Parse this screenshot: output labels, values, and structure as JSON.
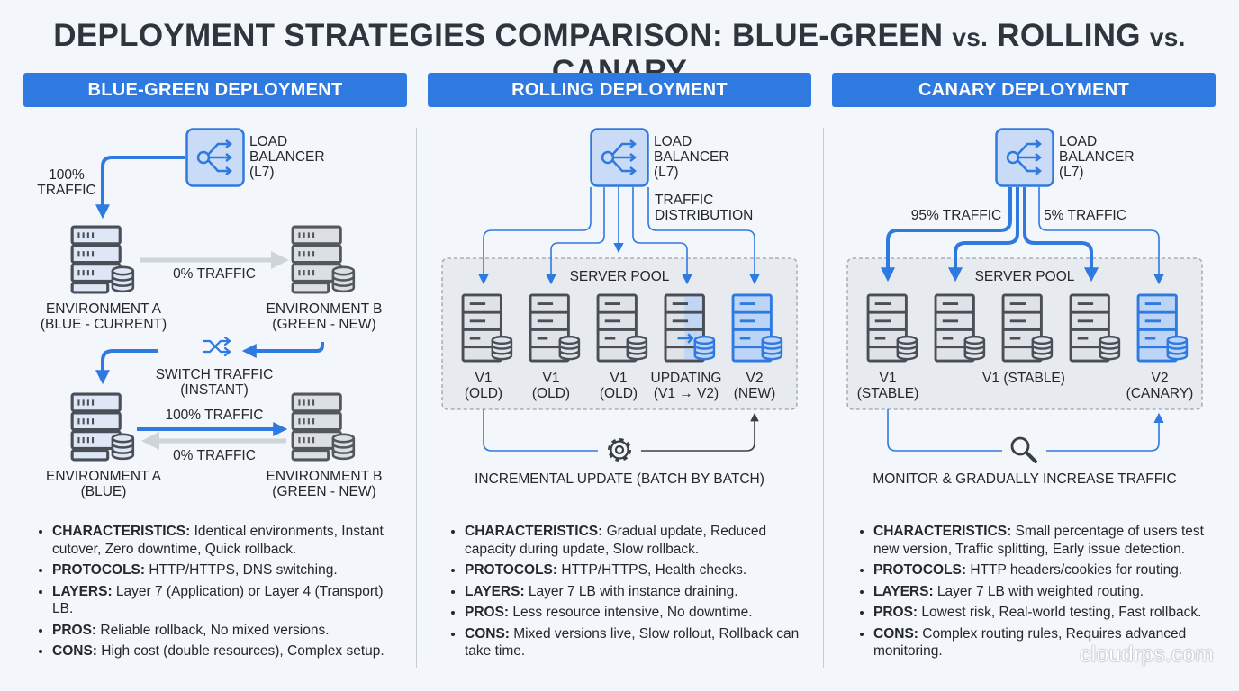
{
  "title": {
    "pre": "DEPLOYMENT STRATEGIES COMPARISON: BLUE-GREEN ",
    "vs1": "vs.",
    "mid": " ROLLING ",
    "vs2": "vs.",
    "post": " CANARY"
  },
  "watermark": "cloudrps.com",
  "colors": {
    "accent": "#2f7ae0",
    "server_dark": "#4a4f57",
    "server_fill": "#dfe7f6",
    "server_gray_fill": "#dcdfe3",
    "server_new_fill": "#bcd4f5"
  },
  "blue_green": {
    "header": "BLUE-GREEN DEPLOYMENT",
    "lb_line1": "LOAD",
    "lb_line2": "BALANCER",
    "lb_line3": "(L7)",
    "traffic_100_l1": "100%",
    "traffic_100_l2": "TRAFFIC",
    "traffic_0_top": "0% TRAFFIC",
    "env_a1_l1": "ENVIRONMENT A",
    "env_a1_l2": "(BLUE - CURRENT)",
    "env_b1_l1": "ENVIRONMENT B",
    "env_b1_l2": "(GREEN - NEW)",
    "switch_l1": "SWITCH TRAFFIC",
    "switch_l2": "(INSTANT)",
    "traffic_100_mid": "100% TRAFFIC",
    "traffic_0_bottom": "0% TRAFFIC",
    "env_a2_l1": "ENVIRONMENT A",
    "env_a2_l2": "(BLUE)",
    "env_b2_l1": "ENVIRONMENT B",
    "env_b2_l2": "(GREEN - NEW)",
    "bullets": [
      {
        "k": "CHARACTERISTICS:",
        "v": " Identical environments, Instant cutover, Zero downtime, Quick rollback."
      },
      {
        "k": "PROTOCOLS:",
        "v": " HTTP/HTTPS, DNS switching."
      },
      {
        "k": "LAYERS:",
        "v": " Layer 7 (Application) or Layer 4 (Transport) LB."
      },
      {
        "k": "PROS:",
        "v": " Reliable rollback, No mixed versions."
      },
      {
        "k": "CONS:",
        "v": " High cost (double resources), Complex setup."
      }
    ]
  },
  "rolling": {
    "header": "ROLLING DEPLOYMENT",
    "lb_line1": "LOAD",
    "lb_line2": "BALANCER",
    "lb_line3": "(L7)",
    "dist_l1": "TRAFFIC",
    "dist_l2": "DISTRIBUTION",
    "pool": "SERVER POOL",
    "servers": [
      {
        "l1": "V1",
        "l2": "(OLD)"
      },
      {
        "l1": "V1",
        "l2": "(OLD)"
      },
      {
        "l1": "V1",
        "l2": "(OLD)"
      },
      {
        "l1": "UPDATING",
        "l2": "(V1 → V2)"
      },
      {
        "l1": "V2",
        "l2": "(NEW)"
      }
    ],
    "footer": "INCREMENTAL UPDATE (BATCH BY BATCH)",
    "bullets": [
      {
        "k": "CHARACTERISTICS:",
        "v": " Gradual update, Reduced capacity during update, Slow rollback."
      },
      {
        "k": "PROTOCOLS:",
        "v": " HTTP/HTTPS, Health checks."
      },
      {
        "k": "LAYERS:",
        "v": " Layer 7 LB with instance draining."
      },
      {
        "k": "PROS:",
        "v": " Less resource intensive, No downtime."
      },
      {
        "k": "CONS:",
        "v": " Mixed versions live, Slow rollout, Rollback can take time."
      }
    ]
  },
  "canary": {
    "header": "CANARY DEPLOYMENT",
    "lb_line1": "LOAD",
    "lb_line2": "BALANCER",
    "lb_line3": "(L7)",
    "traffic_95": "95% TRAFFIC",
    "traffic_5": "5% TRAFFIC",
    "pool": "SERVER POOL",
    "v1_l1": "V1",
    "v1_l2": "(STABLE)",
    "v1_stable_mid": "V1 (STABLE)",
    "v2_l1": "V2",
    "v2_l2": "(CANARY)",
    "footer": "MONITOR & GRADUALLY INCREASE TRAFFIC",
    "bullets": [
      {
        "k": "CHARACTERISTICS:",
        "v": " Small percentage of users test new version, Traffic splitting, Early issue detection."
      },
      {
        "k": "PROTOCOLS:",
        "v": " HTTP headers/cookies for routing."
      },
      {
        "k": "LAYERS:",
        "v": " Layer 7 LB with weighted routing."
      },
      {
        "k": "PROS:",
        "v": " Lowest risk, Real-world testing, Fast rollback."
      },
      {
        "k": "CONS:",
        "v": " Complex routing rules, Requires advanced monitoring."
      }
    ]
  }
}
